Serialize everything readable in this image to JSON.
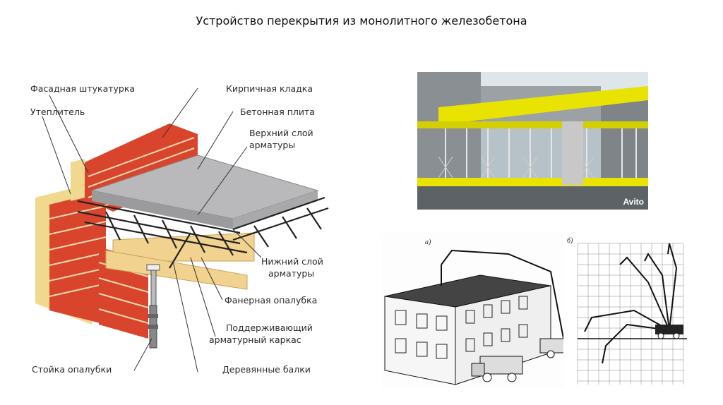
{
  "title": "Устройство перекрытия из монолитного железобетона",
  "labels": {
    "facade_plaster": "Фасадная штукатурка",
    "insulation": "Утеплитель",
    "brickwork": "Кирпичная кладка",
    "concrete_slab": "Бетонная плита",
    "upper_rebar_1": "Верхний слой",
    "upper_rebar_2": "арматуры",
    "lower_rebar_1": "Нижний слой",
    "lower_rebar_2": "арматуры",
    "plywood_formwork": "Фанерная опалубка",
    "support_frame_1": "Поддерживающий",
    "support_frame_2": "арматурный каркас",
    "formwork_prop": "Стойка опалубки",
    "wooden_beams": "Деревянные балки"
  },
  "photo": {
    "watermark": "Avito"
  },
  "drawings": {
    "fig_a": "а)",
    "fig_b": "б)"
  },
  "colors": {
    "brick": "#d9452c",
    "mortar": "#f3d8b0",
    "insulation": "#f0d98e",
    "slab": "#b9b9bb",
    "timber": "#f2d28f",
    "formwork_yellow": "#e8e300"
  }
}
